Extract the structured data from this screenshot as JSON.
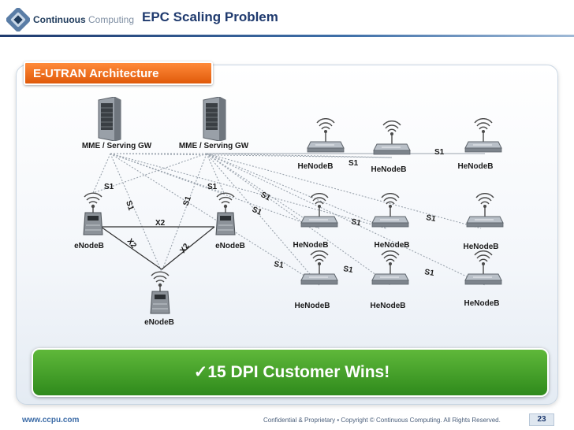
{
  "header": {
    "logo_strong": "Continuous",
    "logo_light": "Computing",
    "title": "EPC Scaling Problem"
  },
  "section": {
    "label": "E-UTRAN Architecture"
  },
  "diagram": {
    "mme_labels": [
      "MME / Serving GW",
      "MME / Serving GW"
    ],
    "enodeb_labels": [
      "eNodeB",
      "eNodeB",
      "eNodeB"
    ],
    "henodeb_label": "HeNodeB",
    "interface_s1": "S1",
    "interface_x2": "X2"
  },
  "banner": {
    "text": "✓15 DPI Customer Wins!"
  },
  "footer": {
    "url": "www.ccpu.com",
    "legal": "Confidential & Proprietary  •  Copyright © Continuous Computing. All Rights Reserved.",
    "page": "23"
  },
  "colors": {
    "title": "#1f3a6e",
    "section_tab": "#f06a18",
    "banner": "#3f9a28",
    "link_line": "#9aa3ad"
  }
}
